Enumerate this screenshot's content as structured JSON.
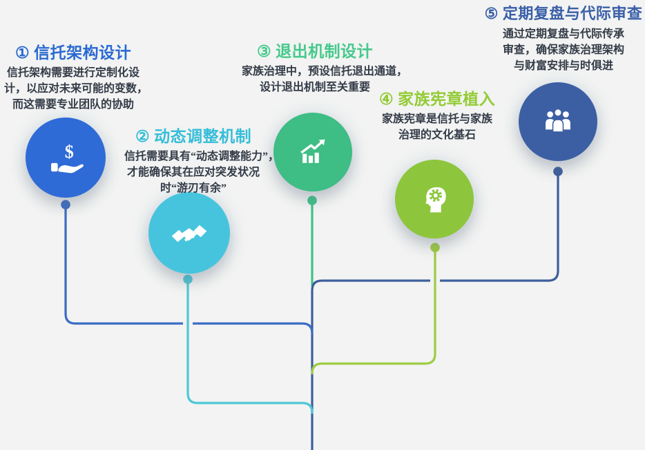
{
  "page": {
    "background_color": "#f2f3f2",
    "body_text_color": "#333b47",
    "trunk_color": "#3d5e9c"
  },
  "steps": [
    {
      "number": "①",
      "title": "信托架构设计",
      "body_lines": [
        "信托架构需要进行定制化设",
        "计，以应对未来可能的变数，",
        "而这需要专业团队的协助"
      ],
      "title_color": "#2a6ad2",
      "circle_color": "#2f6bd7",
      "line_color": "#3a6cc4",
      "icon": "hand-dollar-icon"
    },
    {
      "number": "②",
      "title": "动态调整机制",
      "body_lines": [
        "信托需要具有“动态调整能力”，",
        "才能确保其在应对突发状况",
        "时“游刃有余”"
      ],
      "title_color": "#35bdd9",
      "circle_color": "#47c4dd",
      "line_color": "#4cc8d6",
      "icon": "handshake-icon"
    },
    {
      "number": "③",
      "title": "退出机制设计",
      "body_lines": [
        "家族治理中，预设信托退出通道，",
        "设计退出机制至关重要"
      ],
      "title_color": "#45c98c",
      "circle_color": "#3ebd85",
      "line_color": "#3fc288",
      "icon": "bar-chart-up-icon"
    },
    {
      "number": "④",
      "title": "家族宪章植入",
      "body_lines": [
        "家族宪章是信托与家族",
        "治理的文化基石"
      ],
      "title_color": "#93cb34",
      "circle_color": "#8dc63c",
      "line_color": "#9ecb43",
      "icon": "head-gear-icon"
    },
    {
      "number": "⑤",
      "title": "定期复盘与代际审查",
      "body_lines": [
        "通过定期复盘与代际传承",
        "审查，确保家族治理架构",
        "与财富安排与时俱进"
      ],
      "title_color": "#3a5fa8",
      "circle_color": "#3c5fa4",
      "line_color": "#3d5e9c",
      "icon": "people-group-icon"
    }
  ]
}
